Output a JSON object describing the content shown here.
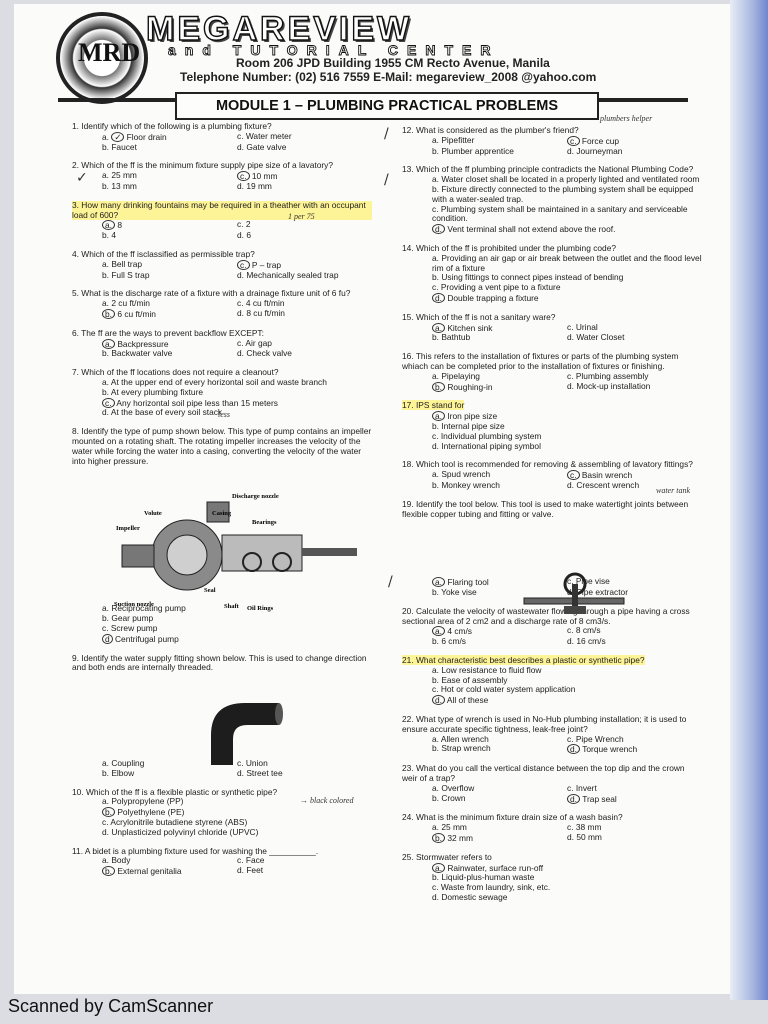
{
  "header": {
    "logo_text": "MRD",
    "brand": "MEGAREVIEW",
    "subbrand": "and TUTORIAL CENTER",
    "address": "Room 206 JPD Building 1955 CM Recto Avenue, Manila",
    "telephone": "Telephone Number: (02) 516 7559   E-Mail: megareview_2008 @yahoo.com",
    "module_title": "MODULE 1 – PLUMBING PRACTICAL PROBLEMS"
  },
  "q1": {
    "stem": "1. Identify which of the following is a plumbing fixture?",
    "a": "Floor drain",
    "b": "Faucet",
    "c": "Water meter",
    "d": "Gate valve"
  },
  "q2": {
    "stem": "2. Which of the ff is the minimum fixture supply pipe size of a lavatory?",
    "a": "25 mm",
    "b": "13 mm",
    "c": "10 mm",
    "d": "19 mm"
  },
  "q3": {
    "stem": "3. How many drinking fountains may be required in a theather with an occupant load of 600?",
    "a": "8",
    "b": "4",
    "c": "2",
    "d": "6"
  },
  "q4": {
    "stem": "4. Which of the ff isclassified as permissible trap?",
    "a": "Bell trap",
    "b": "Full S trap",
    "c": "P – trap",
    "d": "Mechanically sealed trap"
  },
  "q5": {
    "stem": "5. What is the discharge rate of a fixture with a drainage fixture unit of 6 fu?",
    "a": "2 cu ft/min",
    "b": "6 cu ft/min",
    "c": "4 cu ft/min",
    "d": "8 cu ft/min"
  },
  "q6": {
    "stem": "6. The ff are the ways to prevent backflow EXCEPT:",
    "a": "Backpressure",
    "b": "Backwater valve",
    "c": "Air gap",
    "d": "Check valve"
  },
  "q7": {
    "stem": "7. Which of the ff locations does not require a        cleanout?",
    "a": "At the upper end of every horizontal soil and  waste branch",
    "b": "At every plumbing fixture",
    "c": "Any horizontal soil pipe less than 15 meters",
    "d": "At the base of every soil stack"
  },
  "q8": {
    "stem": "8. Identify the type of pump shown below. This type of pump contains an impeller mounted on a rotating shaft. The rotating impeller increases the velocity of the water while forcing the water into a casing, converting the velocity of the water into higher pressure.",
    "a": "Reciprocating pump",
    "b": "Gear pump",
    "c": "Screw pump",
    "d": "Centrifugal pump",
    "labels": {
      "discharge": "Discharge nozzle",
      "volute": "Volute",
      "casing": "Casing",
      "impeller": "Impeller",
      "bearings": "Bearings",
      "seal": "Seal",
      "shaft": "Shaft",
      "oil_rings": "Oil Rings",
      "suction": "Suction nozzle"
    }
  },
  "q9": {
    "stem": "9. Identify the water supply fitting shown below. This is used to change direction and both ends are internally threaded.",
    "a": "Coupling",
    "b": "Elbow",
    "c": "Union",
    "d": "Street tee"
  },
  "q10": {
    "stem": "10. Which of the ff is a flexible plastic or synthetic pipe?",
    "a": "Polypropylene (PP)",
    "b": "Polyethylene (PE)",
    "c": "Acrylonitrile butadiene styrene (ABS)",
    "d": "Unplasticized polyvinyl chloride (UPVC)"
  },
  "q11": {
    "stem": "11. A bidet is a plumbing fixture used for washing the __________.",
    "a": "Body",
    "b": "External genitalia",
    "c": "Face",
    "d": "Feet"
  },
  "q12": {
    "stem": "12. What is considered as the plumber's friend?",
    "a": "Pipefitter",
    "b": "Plumber apprentice",
    "c": "Force cup",
    "d": "Journeyman"
  },
  "q13": {
    "stem": "13. Which of the ff plumbing principle contradicts the National Plumbing Code?",
    "a": "Water closet shall be located in a properly lighted and ventilated room",
    "b": "Fixture directly connected to the plumbing system shall be equipped with a water-sealed trap.",
    "c": "Plumbing system shall be maintained in a sanitary and serviceable condition.",
    "d": "Vent terminal shall not extend above the roof."
  },
  "q14": {
    "stem": "14. Which of the ff is prohibited under the plumbing code?",
    "a": "Providing an air gap or air break between the outlet and the flood level rim of a fixture",
    "b": "Using fittings to connect pipes instead of bending",
    "c": "Providing a vent pipe to a fixture",
    "d": "Double trapping a fixture"
  },
  "q15": {
    "stem": "15. Which of the ff is not a sanitary ware?",
    "a": "Kitchen sink",
    "b": "Bathtub",
    "c": "Urinal",
    "d": "Water Closet"
  },
  "q16": {
    "stem": "16. This refers to the installation of fixtures or parts of the plumbing system whiach can be completed prior to the installation of fixtures or finishing.",
    "a": "Pipelaying",
    "b": "Roughing-in",
    "c": "Plumbing assembly",
    "d": "Mock-up installation"
  },
  "q17": {
    "stem": "17. IPS stand for",
    "a": "Iron pipe size",
    "b": "Internal pipe size",
    "c": "Individual plumbing system",
    "d": "International piping symbol"
  },
  "q18": {
    "stem": "18. Which tool is recommended for removing & assembling of lavatory fittings?",
    "a": "Spud wrench",
    "b": "Monkey wrench",
    "c": "Basin wrench",
    "d": "Crescent wrench"
  },
  "q19": {
    "stem": "19. Identify the tool below. This tool is used to make watertight joints between flexible copper tubing and fitting or valve.",
    "a": "Flaring tool",
    "b": "Yoke vise",
    "c": "Pipe vise",
    "d": "Pipe extractor"
  },
  "q20": {
    "stem": "20. Calculate the velocity of wastewater flowing through a pipe having a cross sectional area of 2 cm2 and a discharge rate of 8 cm3/s.",
    "a": "4 cm/s",
    "b": "6 cm/s",
    "c": "8 cm/s",
    "d": "16 cm/s"
  },
  "q21": {
    "stem": "21. What characteristic best describes a plastic or synthetic pipe?",
    "a": "Low resistance to fluid flow",
    "b": "Ease of assembly",
    "c": "Hot or cold water system application",
    "d": "All of these"
  },
  "q22": {
    "stem": "22. What type of wrench is used in No-Hub plumbing installation; it is used to ensure accurate specific tightness, leak-free joint?",
    "a": "Allen wrench",
    "b": "Strap wrench",
    "c": "Pipe Wrench",
    "d": "Torque wrench"
  },
  "q23": {
    "stem": "23. What do you call the vertical distance between the top dip and the crown weir of a trap?",
    "a": "Overflow",
    "b": "Crown",
    "c": "Invert",
    "d": "Trap seal"
  },
  "q24": {
    "stem": "24. What is the minimum fixture drain size of a wash basin?",
    "a": "25 mm",
    "b": "32 mm",
    "c": "38 mm",
    "d": "50 mm"
  },
  "q25": {
    "stem": "25. Stormwater refers to",
    "a": "Rainwater, surface run-off",
    "b": "Liquid-plus-human waste",
    "c": "Waste from laundry, sink, etc.",
    "d": "Domestic sewage"
  },
  "handnotes": {
    "n3": "1 per 75",
    "n7": "less",
    "n10": "→ black colored",
    "n12": "plumbers helper",
    "n18": "water tank"
  },
  "footer": "Scanned by CamScanner"
}
